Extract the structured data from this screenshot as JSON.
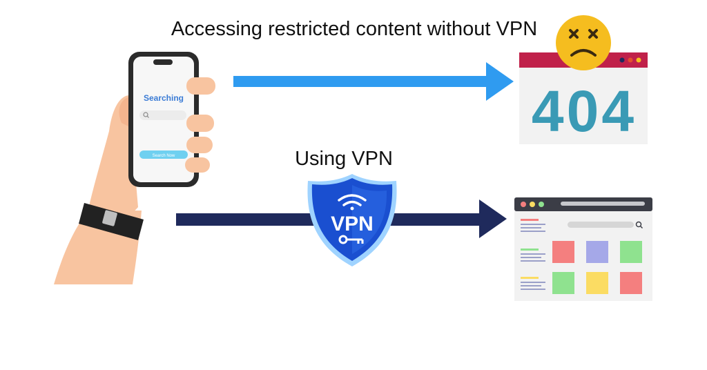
{
  "captions": {
    "without_vpn": "Accessing restricted content without VPN",
    "using_vpn": "Using VPN"
  },
  "phone": {
    "screen_title": "Searching",
    "button_label": "Search Now"
  },
  "error_page": {
    "code": "404"
  },
  "shield": {
    "label": "VPN"
  },
  "colors": {
    "arrow_without_vpn": "#2f9bf0",
    "arrow_with_vpn": "#1f2a5c",
    "error_code": "#3a9ab5",
    "error_header": "#c0214a",
    "sad_face": "#f5bd1f",
    "shield": "#1a4fd0",
    "tile_red": "#f47f7f",
    "tile_blue": "#a5a8e8",
    "tile_green": "#8fe28f",
    "tile_yellow": "#fbdc63"
  },
  "icons": [
    "sad-face-icon",
    "search-icon",
    "wifi-icon",
    "key-icon",
    "smartwatch-icon"
  ]
}
